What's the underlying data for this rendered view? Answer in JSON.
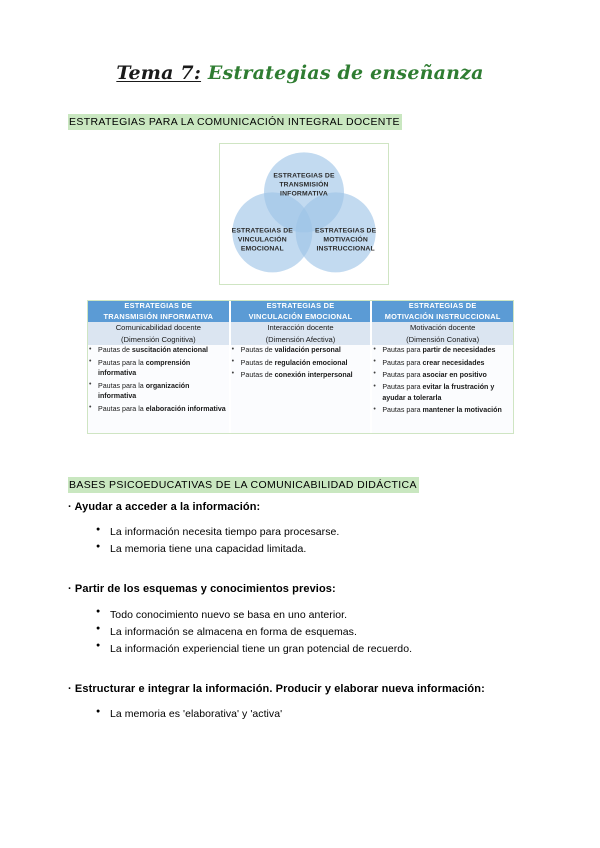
{
  "document": {
    "title_prefix": "Tema 7:",
    "title_rest": " Estrategias de enseñanza"
  },
  "sections": {
    "heading_1": "ESTRATEGIAS PARA LA COMUNICACIÓN INTEGRAL DOCENTE",
    "heading_2": "BASES PSICOEDUCATIVAS DE LA COMUNICABILIDAD DIDÁCTICA"
  },
  "venn": {
    "top": [
      "ESTRATEGIAS DE",
      "TRANSMISIÓN",
      "INFORMATIVA"
    ],
    "left": [
      "ESTRATEGIAS DE",
      "VINCULACIÓN",
      "EMOCIONAL"
    ],
    "right": [
      "ESTRATEGIAS DE",
      "MOTIVACIÓN",
      "INSTRUCCIONAL"
    ],
    "circle_fill": "#9dc3e6",
    "circle_opacity": 0.62
  },
  "table": {
    "header_bg": "#5b9bd5",
    "subrow_bg": "#dbe5f1",
    "border_color": "#cfe5c3",
    "columns": [
      {
        "header_line_1": "ESTRATEGIAS DE",
        "header_line_2": "TRANSMISIÓN INFORMATIVA",
        "sub_line_1": "Comunicabilidad docente",
        "sub_line_2": "(Dimensión Cognitiva)",
        "items": [
          {
            "plain": "Pautas de ",
            "bold": "suscitación atencional",
            "tail": ""
          },
          {
            "plain": "Pautas para la ",
            "bold": "comprensión informativa",
            "tail": ""
          },
          {
            "plain": "Pautas para la ",
            "bold": "organización informativa",
            "tail": ""
          },
          {
            "plain": "Pautas para la ",
            "bold": "elaboración informativa",
            "tail": ""
          }
        ]
      },
      {
        "header_line_1": "ESTRATEGIAS DE",
        "header_line_2": "VINCULACIÓN EMOCIONAL",
        "sub_line_1": "Interacción docente",
        "sub_line_2": "(Dimensión Afectiva)",
        "items": [
          {
            "plain": "Pautas de ",
            "bold": "validación personal",
            "tail": ""
          },
          {
            "plain": "Pautas de ",
            "bold": "regulación emocional",
            "tail": ""
          },
          {
            "plain": "Pautas de ",
            "bold": "conexión interpersonal",
            "tail": ""
          }
        ]
      },
      {
        "header_line_1": "ESTRATEGIAS DE",
        "header_line_2": "MOTIVACIÓN INSTRUCCIONAL",
        "sub_line_1": "Motivación docente",
        "sub_line_2": "(Dimensión Conativa)",
        "items": [
          {
            "plain": "Pautas para ",
            "bold": "partir de necesidades",
            "tail": ""
          },
          {
            "plain": "Pautas para ",
            "bold": "crear necesidades",
            "tail": ""
          },
          {
            "plain": "Pautas para ",
            "bold": "asociar en positivo",
            "tail": ""
          },
          {
            "plain": "Pautas para ",
            "bold": "evitar la frustración y ayudar a tolerarla",
            "tail": ""
          },
          {
            "plain": "Pautas para ",
            "bold": "mantener la motivación",
            "tail": ""
          }
        ]
      }
    ]
  },
  "bases": [
    {
      "lead": "· Ayudar a acceder a la información:",
      "points": [
        "La información necesita tiempo para procesarse.",
        "La memoria tiene una capacidad limitada."
      ]
    },
    {
      "lead": "· Partir de los esquemas y conocimientos previos:",
      "points": [
        "Todo conocimiento nuevo se basa en uno anterior.",
        "La información se almacena en forma de esquemas.",
        "La información experiencial tiene un gran potencial de recuerdo."
      ]
    },
    {
      "lead": "· Estructurar e integrar la información. Producir y elaborar nueva información:",
      "points": [
        "La memoria es 'elaborativa' y 'activa'"
      ]
    }
  ]
}
